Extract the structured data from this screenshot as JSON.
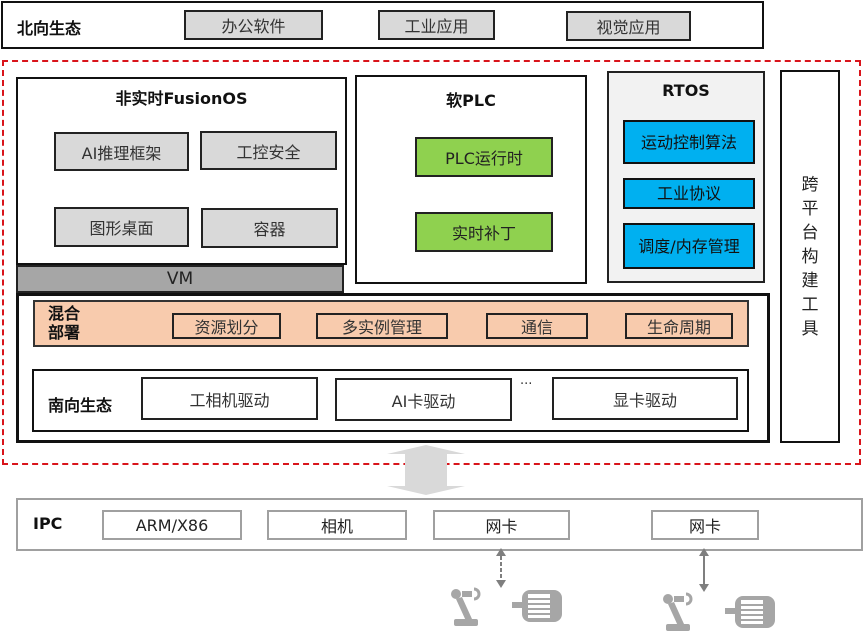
{
  "north": {
    "title": "北向生态",
    "apps": [
      "办公软件",
      "工业应用",
      "视觉应用"
    ]
  },
  "fusion": {
    "title": "非实时FusionOS",
    "modules": [
      "AI推理框架",
      "工控安全",
      "图形桌面",
      "容器"
    ],
    "vm": "VM"
  },
  "plc": {
    "title": "软PLC",
    "modules": [
      "PLC运行时",
      "实时补丁"
    ]
  },
  "rtos": {
    "title": "RTOS",
    "modules": [
      "运动控制算法",
      "工业协议",
      "调度/内存管理"
    ]
  },
  "crossplatform": {
    "label": "跨平台构建工具"
  },
  "hybrid": {
    "title": "混合部署",
    "items": [
      "资源划分",
      "多实例管理",
      "通信",
      "生命周期"
    ]
  },
  "south": {
    "title": "南向生态",
    "drivers": [
      "工相机驱动",
      "AI卡驱动",
      "显卡驱动"
    ],
    "ellipsis": "..."
  },
  "ipc": {
    "title": "IPC",
    "items": [
      "ARM/X86",
      "相机",
      "网卡",
      "网卡"
    ]
  },
  "colors": {
    "dashed_region": "#d9141b",
    "plc_green": "#8fd14f",
    "rtos_blue": "#00b0f0",
    "hybrid_peach": "#f8cbad",
    "vm_gray": "#a6a6a6",
    "app_gray": "#d9d9d9"
  }
}
